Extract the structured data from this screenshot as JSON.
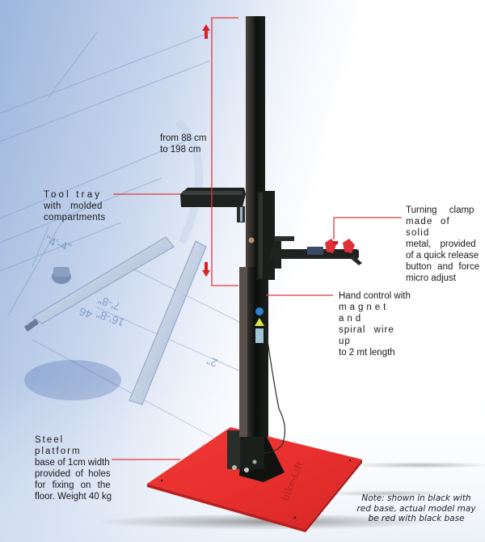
{
  "product": {
    "brand_on_base": "bike-Lift",
    "colors": {
      "base_red": "#e8302e",
      "column_black": "#1a1d1a",
      "leader_line_red": "#e0393b",
      "arrow_red": "#e01e1e",
      "background_blue": "#b8cbe6"
    }
  },
  "annotations": {
    "height_range": {
      "line1": "from 88 cm",
      "line2": "to 198 cm"
    },
    "tool_tray": {
      "line1": "Tool tray",
      "line2": "with molded",
      "line3": "compartments"
    },
    "turning_clamp": {
      "line1": "Turning clamp",
      "line2": "made of solid",
      "line3": "metal, provided",
      "line4": "of a quick release",
      "line5": "button and force",
      "line6": "micro adjust"
    },
    "hand_control": {
      "line1": "Hand control with",
      "line2": "magnet and",
      "line3": "spiral wire up",
      "line4": "to 2 mt length"
    },
    "steel_platform": {
      "line1": "Steel platform",
      "line2": "base of 1cm width",
      "line3": "provided of holes",
      "line4": "for fixing on the",
      "line5": "floor. Weight 40 kg"
    },
    "note": {
      "line1": "Note: shown in black with",
      "line2": "red base, actual model may",
      "line3": "be red with black base"
    }
  },
  "icons": {
    "up_arrow": "up-arrow-icon",
    "down_arrow": "down-arrow-icon"
  }
}
